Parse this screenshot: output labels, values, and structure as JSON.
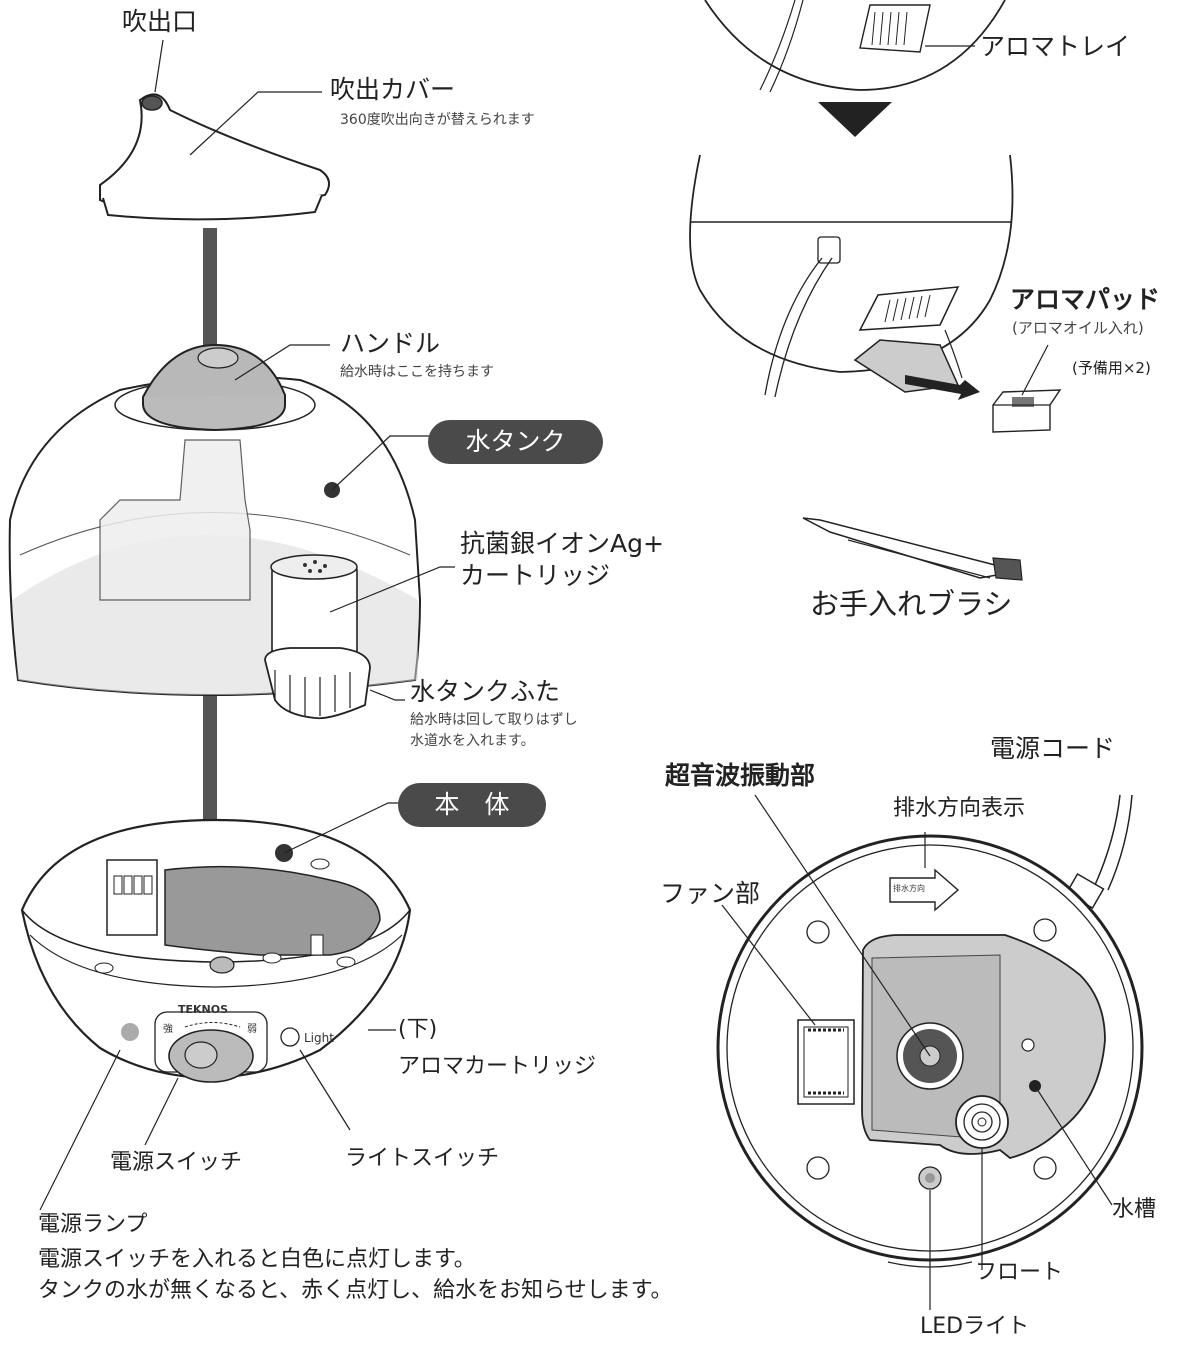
{
  "labels": {
    "outlet": "吹出口",
    "cover": "吹出カバー",
    "cover_note": "360度吹出向きが替えられます",
    "handle": "ハンドル",
    "handle_note": "給水時はここを持ちます",
    "tank": "水タンク",
    "cartridge_1": "抗菌銀イオンAg+",
    "cartridge_2": "カートリッジ",
    "tank_cap": "水タンクふた",
    "tank_cap_note_1": "給水時は回して取りはずし",
    "tank_cap_note_2": "水道水を入れます。",
    "body": "本　体",
    "aroma_cart_1": "(下)",
    "aroma_cart_2": "アロマカートリッジ",
    "power_switch": "電源スイッチ",
    "light_switch": "ライトスイッチ",
    "power_lamp": "電源ランプ",
    "lamp_note_1": "電源スイッチを入れると白色に点灯します。",
    "lamp_note_2": "タンクの水が無くなると、赤く点灯し、給水をお知らせします。",
    "aroma_tray": "アロマトレイ",
    "aroma_pad": "アロマパッド",
    "aroma_pad_note": "(アロマオイル入れ)",
    "spare": "(予備用×2)",
    "brush": "お手入れブラシ",
    "power_cord": "電源コード",
    "ultrasonic": "超音波振動部",
    "drain_dir": "排水方向表示",
    "fan": "ファン部",
    "water_tank": "水槽",
    "float": "フロート",
    "led": "LEDライト"
  },
  "device_marks": {
    "brand": "TEKNOS",
    "strong": "強",
    "weak": "弱",
    "light": "Light",
    "drain_tag": "排水方向"
  }
}
